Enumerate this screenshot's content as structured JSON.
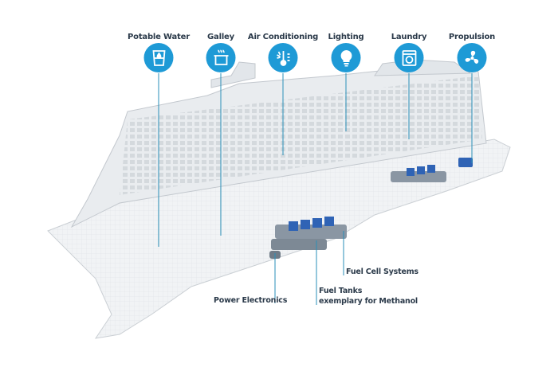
{
  "systems": [
    {
      "label": "Potable Water",
      "icon": "water-glass-icon"
    },
    {
      "label": "Galley",
      "icon": "cooking-pot-icon"
    },
    {
      "label": "Air Conditioning",
      "icon": "thermometer-snowflake-icon"
    },
    {
      "label": "Lighting",
      "icon": "light-bulb-icon"
    },
    {
      "label": "Laundry",
      "icon": "washing-machine-icon"
    },
    {
      "label": "Propulsion",
      "icon": "propeller-icon"
    }
  ],
  "components": {
    "power_electronics": "Power Electronics",
    "fuel_tanks_line1": "Fuel Tanks",
    "fuel_tanks_line2": "exemplary for Methanol",
    "fuel_cell_systems": "Fuel Cell Systems"
  },
  "colors": {
    "accent": "#1e9ad6",
    "leader": "#2a8fb8",
    "hull": "#eef0f2",
    "modules": "#2f63b5"
  }
}
